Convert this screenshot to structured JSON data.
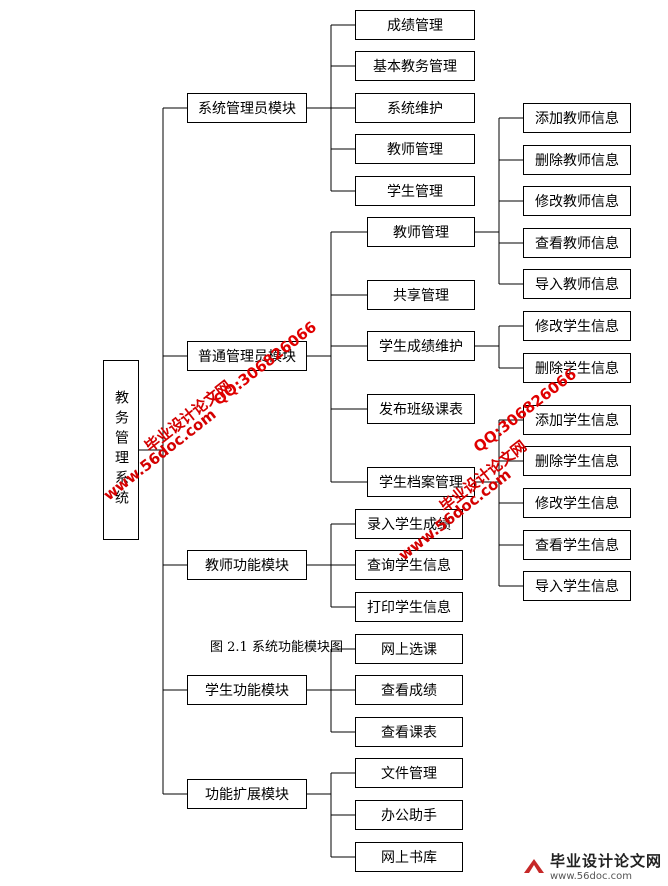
{
  "root": "教务管理系统",
  "caption": "图 2.1  系统功能模块图",
  "modules": [
    {
      "label": "系统管理员模块",
      "children": [
        {
          "label": "成绩管理"
        },
        {
          "label": "基本教务管理"
        },
        {
          "label": "系统维护"
        },
        {
          "label": "教师管理"
        },
        {
          "label": "学生管理"
        }
      ]
    },
    {
      "label": "普通管理员模块",
      "children": [
        {
          "label": "教师管理",
          "children": [
            "添加教师信息",
            "删除教师信息",
            "修改教师信息",
            "查看教师信息",
            "导入教师信息"
          ]
        },
        {
          "label": "共享管理"
        },
        {
          "label": "学生成绩维护",
          "children": [
            "修改学生信息",
            "删除学生信息"
          ]
        },
        {
          "label": "发布班级课表"
        },
        {
          "label": "学生档案管理",
          "children": [
            "添加学生信息",
            "删除学生信息",
            "修改学生信息",
            "查看学生信息",
            "导入学生信息"
          ]
        }
      ]
    },
    {
      "label": "教师功能模块",
      "children": [
        {
          "label": "录入学生成绩"
        },
        {
          "label": "查询学生信息"
        },
        {
          "label": "打印学生信息"
        }
      ]
    },
    {
      "label": "学生功能模块",
      "children": [
        {
          "label": "网上选课"
        },
        {
          "label": "查看成绩"
        },
        {
          "label": "查看课表"
        }
      ]
    },
    {
      "label": "功能扩展模块",
      "children": [
        {
          "label": "文件管理"
        },
        {
          "label": "办公助手"
        },
        {
          "label": "网上书库"
        }
      ]
    }
  ],
  "watermarks": {
    "site_name": "毕业设计论文网",
    "url": "www.56doc.com",
    "qq": "QQ:306826066"
  },
  "logo": {
    "name": "毕业设计论文网",
    "url": "www.56doc.com"
  }
}
